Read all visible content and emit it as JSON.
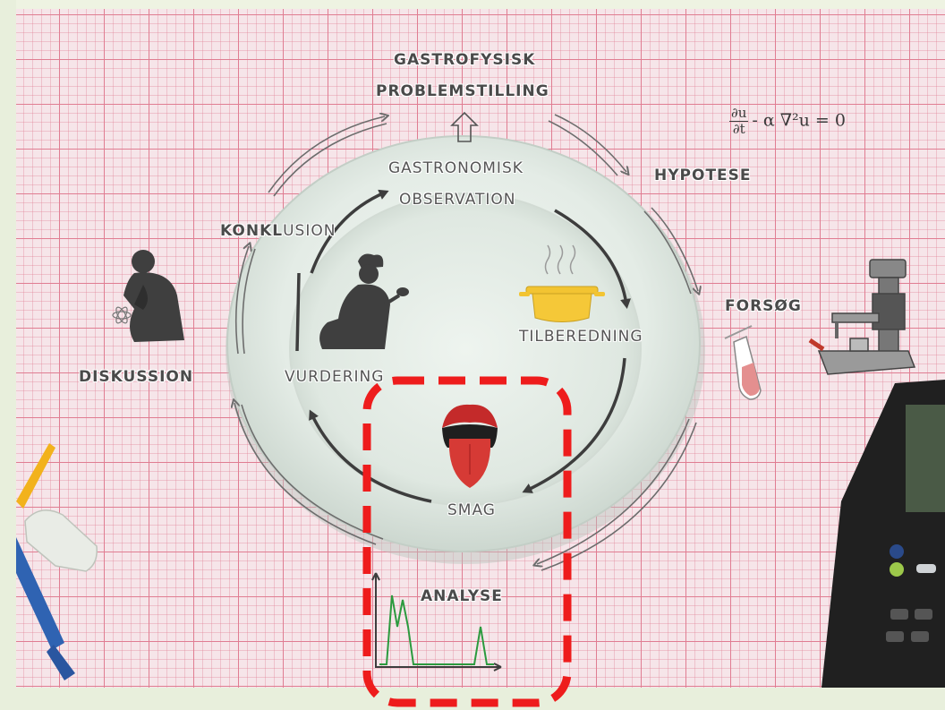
{
  "labels": {
    "gastrofysisk_line1": "GASTROFYSISK",
    "gastrofysisk_line2": "PROBLEMSTILLING",
    "hypotese": "HYPOTESE",
    "forsog": "FORSØG",
    "analyse": "ANALYSE",
    "diskussion": "DISKUSSION",
    "konklusion_bold": "KONKL",
    "konklusion_rest": "USION",
    "observation_line1": "GASTRONOMISK",
    "observation_line2": "OBSERVATION",
    "tilberedning": "TILBEREDNING",
    "smag": "SMAG",
    "vurdering": "VURDERING"
  },
  "equation": {
    "numerator": "∂u",
    "denominator": "∂t",
    "rest": "- α ∇²u = 0"
  },
  "colors": {
    "grid": "#e07d92",
    "paper": "#f6e5e9",
    "highlight": "#ee1c1c",
    "plate": "#e6eee8",
    "silhouette": "#3f3f3f",
    "pot": "#f2c432",
    "tongue": "#d63a35",
    "chart_line": "#2b9a3e"
  },
  "icons": [
    "thinker-atom-icon",
    "thinker-chef-icon",
    "cooking-pot-icon",
    "tongue-mouth-icon",
    "test-tube-icon",
    "lab-apparatus-icon",
    "spectrum-chart-icon",
    "calculator-icon",
    "pen-icon",
    "eraser-icon"
  ]
}
